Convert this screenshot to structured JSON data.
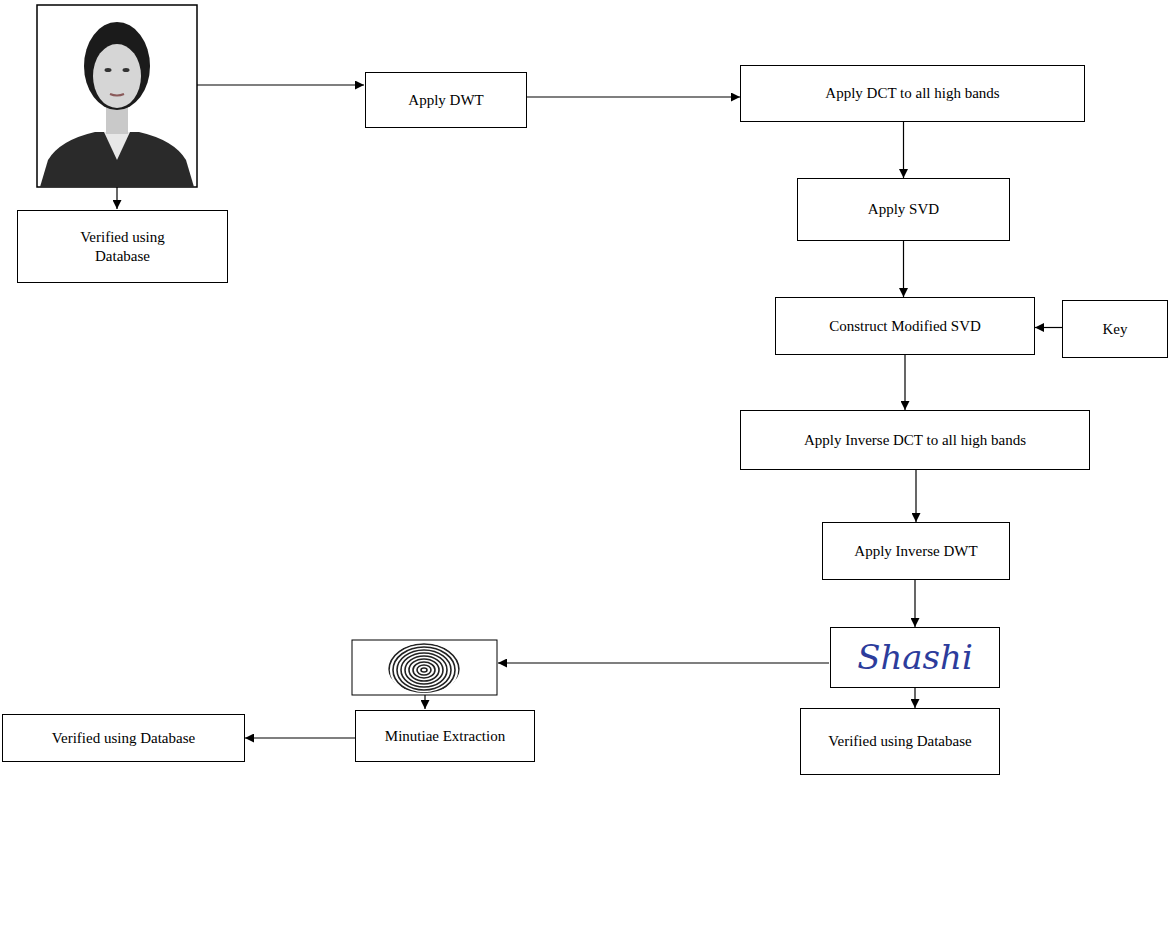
{
  "diagram": {
    "nodes": [
      {
        "text": [
          "Apply DWT"
        ]
      },
      {
        "text": [
          "Apply DCT to all high bands"
        ]
      },
      {
        "text": [
          "Apply SVD"
        ]
      },
      {
        "text": [
          "Verified using Database"
        ]
      },
      {
        "text": [
          "Construct Modified SVD"
        ]
      },
      {
        "text": [
          "Key"
        ]
      },
      {
        "text": [
          "Apply Inverse DCT to all high bands"
        ]
      },
      {
        "text": [
          "Apply Inverse DWT"
        ]
      },
      {
        "text": [
          "Shashi"
        ]
      },
      {
        "text": [
          "Minutiae Extraction"
        ]
      },
      {
        "text": [
          "Verified using Database"
        ]
      },
      {
        "text": [
          "Verified using Database"
        ]
      }
    ],
    "edges": [
      {
        "from": 0,
        "to": 1,
        "arrow": "to"
      },
      {
        "from": 1,
        "to": 2,
        "arrow": "to"
      },
      {
        "from": 2,
        "to": 4,
        "arrow": "to"
      },
      {
        "from": 5,
        "to": 4,
        "arrow": "to"
      },
      {
        "from": 4,
        "to": 6,
        "arrow": "to"
      },
      {
        "from": 6,
        "to": 7,
        "arrow": "to"
      },
      {
        "from": 7,
        "to": 8,
        "arrow": "to"
      },
      {
        "from": 8,
        "to": 11,
        "arrow": "to"
      },
      {
        "from": 9,
        "to": 10,
        "arrow": "to"
      }
    ]
  }
}
